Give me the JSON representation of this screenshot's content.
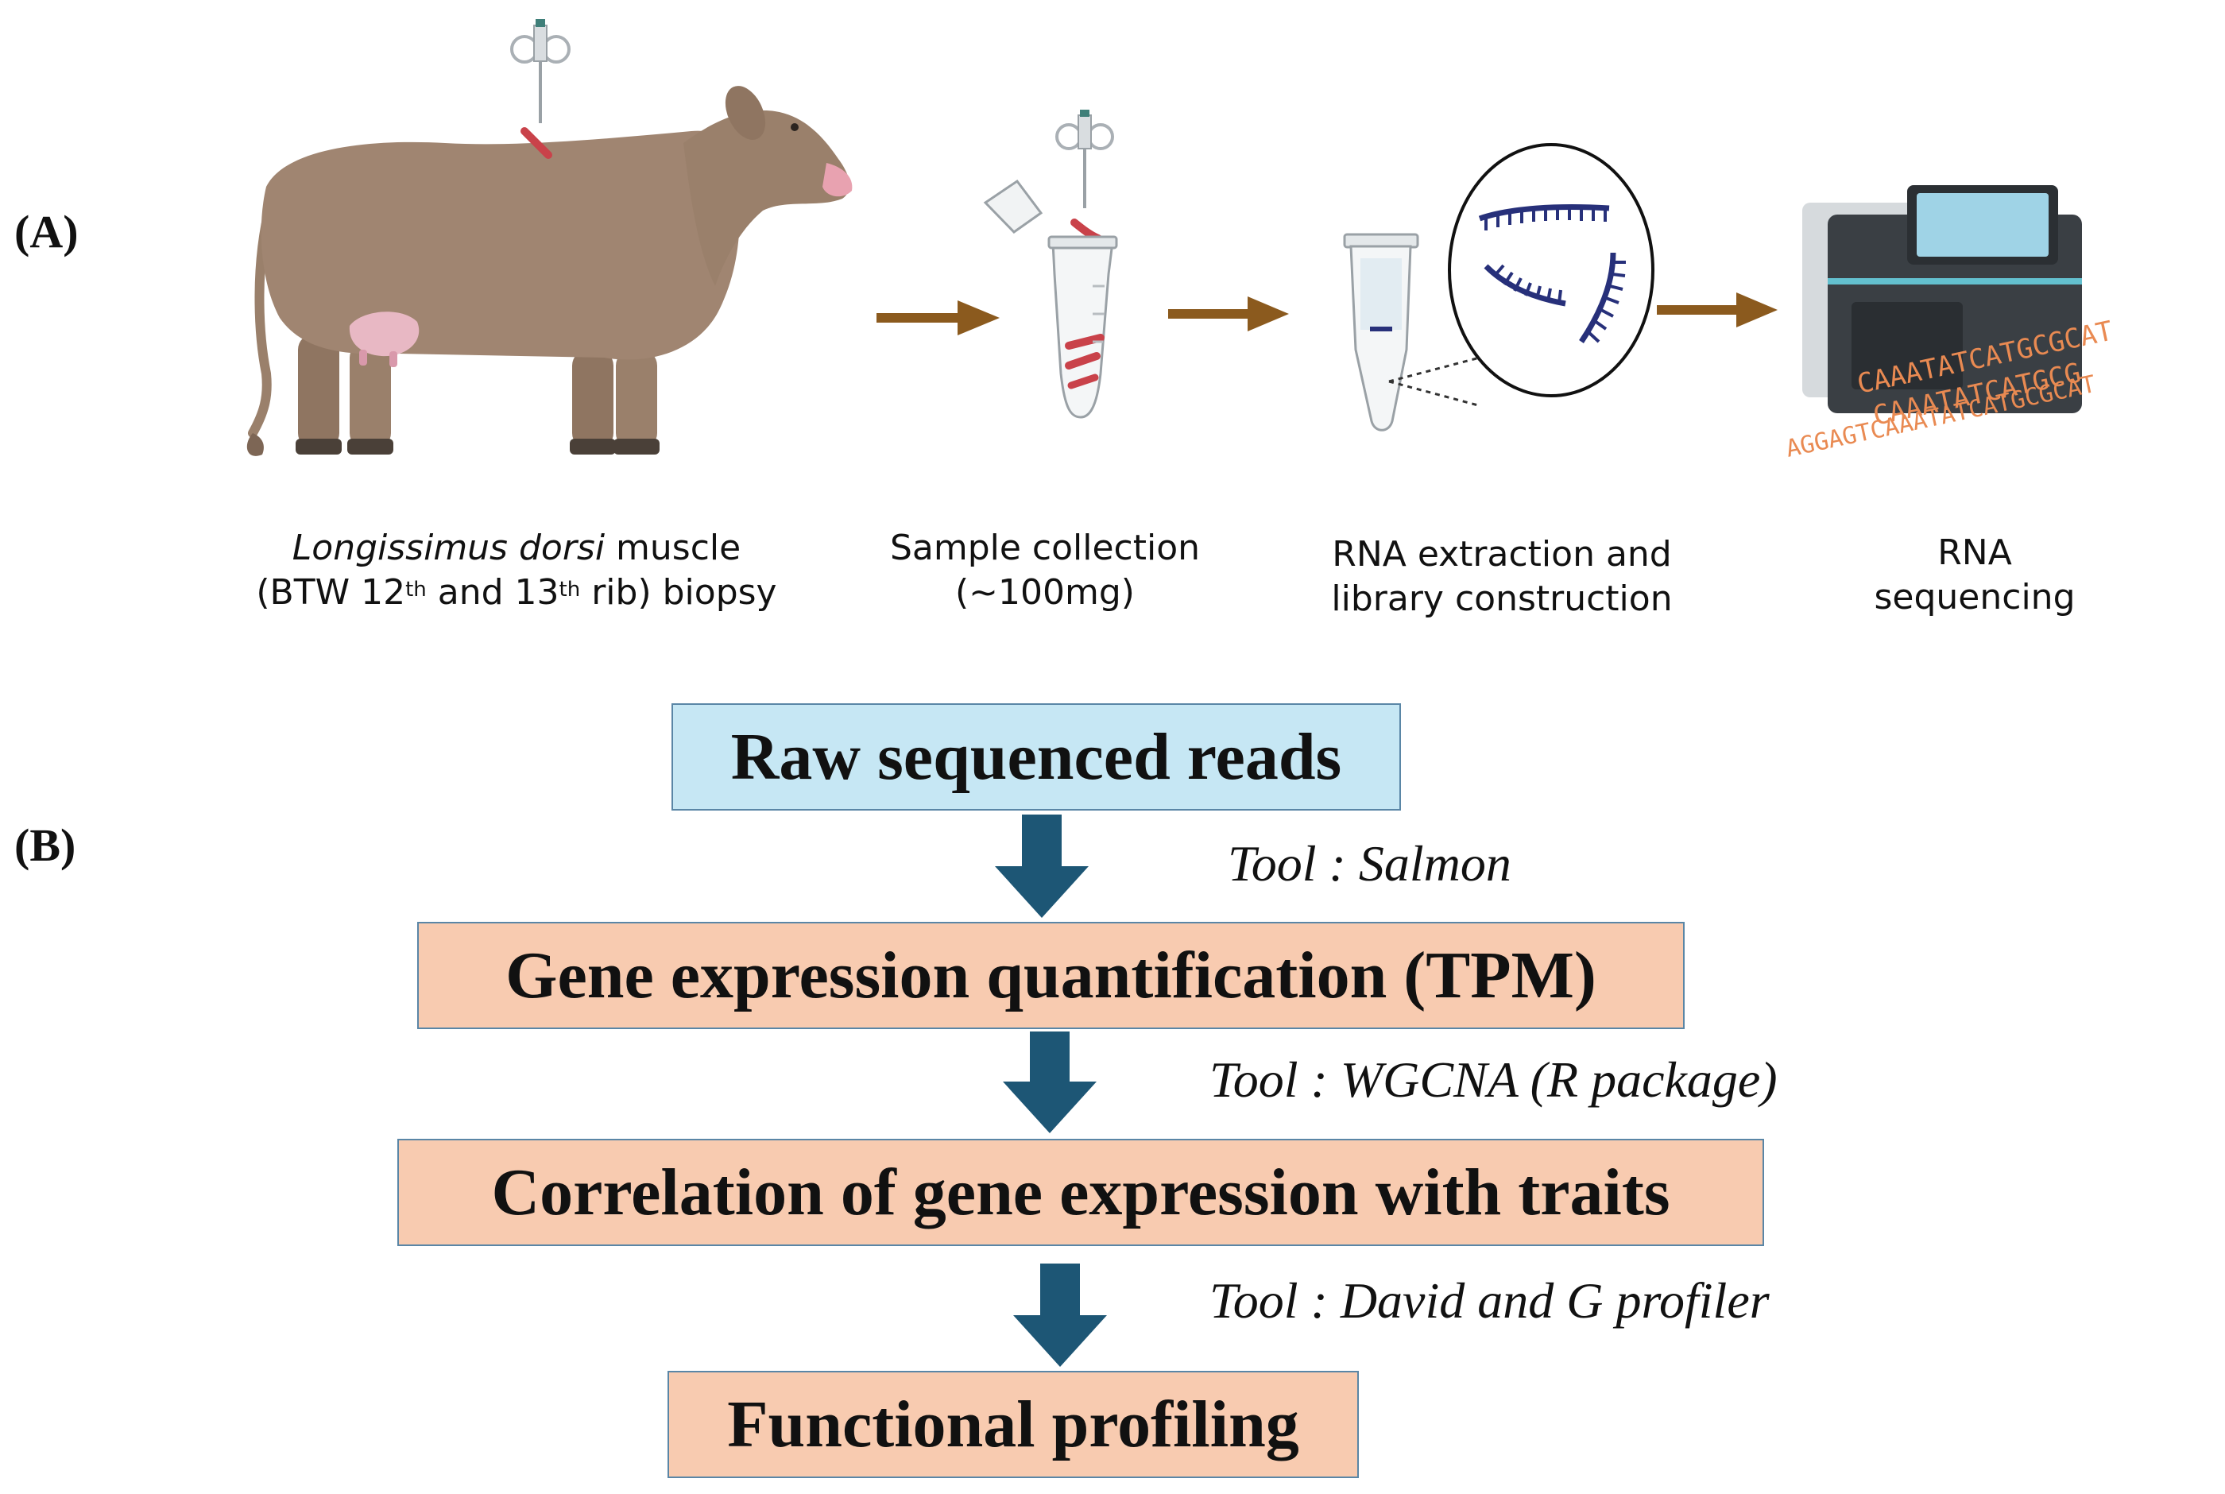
{
  "panel_a": {
    "label": "(A)",
    "steps": [
      {
        "line1_italic": "Longissimus dorsi",
        "line1_rest": " muscle",
        "line2_a": "(BTW 12",
        "sup1": "th",
        "line2_b": " and 13",
        "sup2": "th",
        "line2_c": " rib) biopsy"
      },
      {
        "line1": "Sample collection",
        "line2": "(~100mg)"
      },
      {
        "line1": "RNA extraction and",
        "line2": "library construction"
      },
      {
        "line1": "RNA",
        "line2": "sequencing"
      }
    ],
    "sequence_text": [
      "CAAATATCATGCGCAT",
      "CAAATATCATGCG",
      "AGGAGTCAAATATCATGCGCAT"
    ],
    "colors": {
      "arrow": "#8b5a1e",
      "cow": "#9a806b",
      "dna_text": "#e98a52",
      "rna": "#27307a"
    }
  },
  "panel_b": {
    "label": "(B)",
    "boxes": [
      "Raw sequenced reads",
      "Gene expression quantification (TPM)",
      "Correlation of gene expression with traits",
      "Functional profiling"
    ],
    "tools": [
      "Tool : Salmon",
      "Tool : WGCNA (R package)",
      "Tool : David and G profiler"
    ],
    "colors": {
      "box_blue": "#c6e7f4",
      "box_peach": "#f8cbb0",
      "arrow": "#1d5675",
      "border": "#5a86a6"
    }
  }
}
